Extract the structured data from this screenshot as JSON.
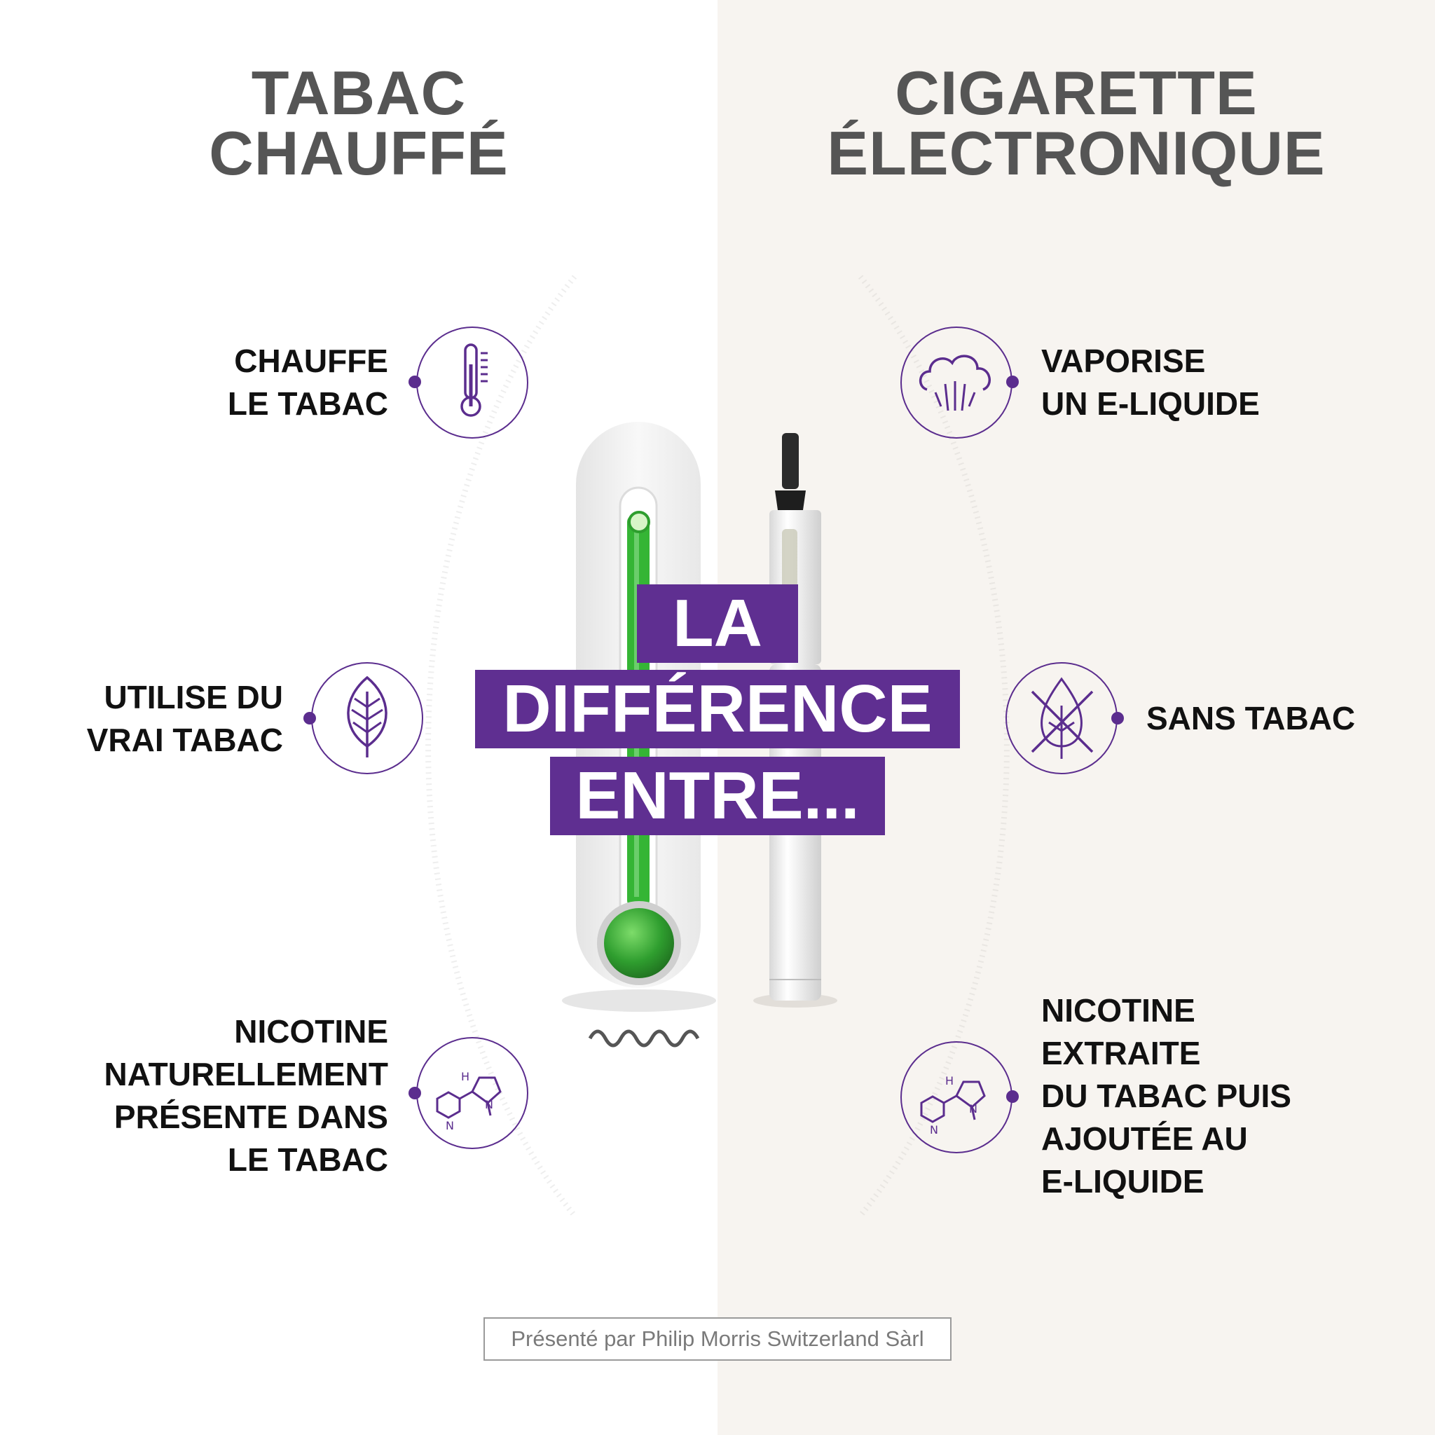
{
  "colors": {
    "accent_purple": "#5f2f91",
    "heading_gray": "#555555",
    "text_black": "#111111",
    "right_background": "#f7f4f0",
    "thermometer_green": "#2eaa2e"
  },
  "left_column": {
    "title_line1": "TABAC",
    "title_line2": "CHAUFFÉ",
    "features": [
      {
        "lines": [
          "CHAUFFE",
          "LE TABAC"
        ],
        "icon": "thermometer-icon"
      },
      {
        "lines": [
          "UTILISE DU",
          "VRAI TABAC"
        ],
        "icon": "leaf-icon"
      },
      {
        "lines": [
          "NICOTINE",
          "NATURELLEMENT",
          "PRÉSENTE DANS",
          "LE TABAC"
        ],
        "icon": "nicotine-molecule-icon"
      }
    ]
  },
  "right_column": {
    "title_line1": "CIGARETTE",
    "title_line2": "ÉLECTRONIQUE",
    "features": [
      {
        "lines": [
          "VAPORISE",
          "UN E-LIQUIDE"
        ],
        "icon": "vapor-cloud-icon"
      },
      {
        "lines": [
          "SANS TABAC"
        ],
        "icon": "no-tobacco-icon"
      },
      {
        "lines": [
          "NICOTINE",
          "EXTRAITE",
          "DU TABAC PUIS",
          "AJOUTÉE AU",
          "E-LIQUIDE"
        ],
        "icon": "nicotine-molecule-icon"
      }
    ]
  },
  "center_banner": {
    "line1": "LA",
    "line2": "DIFFÉRENCE",
    "line3": "ENTRE..."
  },
  "footer": {
    "text": "Présenté par Philip Morris Switzerland Sàrl"
  }
}
